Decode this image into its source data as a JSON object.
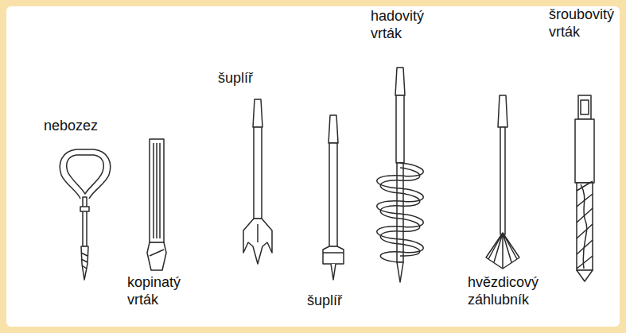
{
  "diagram": {
    "labels": [
      "nebozez",
      "kopinatý vrták",
      "šuplíř",
      "šuplíř",
      "hadovitý vrták",
      "hvězdicový záhlubník",
      "šroubovitý vrták"
    ]
  }
}
